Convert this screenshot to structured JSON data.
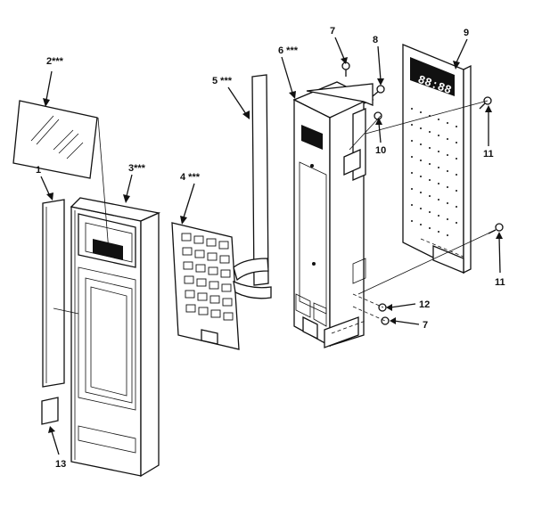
{
  "diagram": {
    "callouts": [
      {
        "id": "1",
        "label": "1"
      },
      {
        "id": "2",
        "label": "2***"
      },
      {
        "id": "3",
        "label": "3***"
      },
      {
        "id": "4",
        "label": "4 ***"
      },
      {
        "id": "5",
        "label": "5 ***"
      },
      {
        "id": "6",
        "label": "6 ***"
      },
      {
        "id": "7a",
        "label": "7"
      },
      {
        "id": "8",
        "label": "8"
      },
      {
        "id": "9",
        "label": "9"
      },
      {
        "id": "10",
        "label": "10"
      },
      {
        "id": "11a",
        "label": "11"
      },
      {
        "id": "11b",
        "label": "11"
      },
      {
        "id": "12",
        "label": "12"
      },
      {
        "id": "7b",
        "label": "7"
      },
      {
        "id": "13",
        "label": "13"
      }
    ],
    "display_readout": "88:88"
  }
}
